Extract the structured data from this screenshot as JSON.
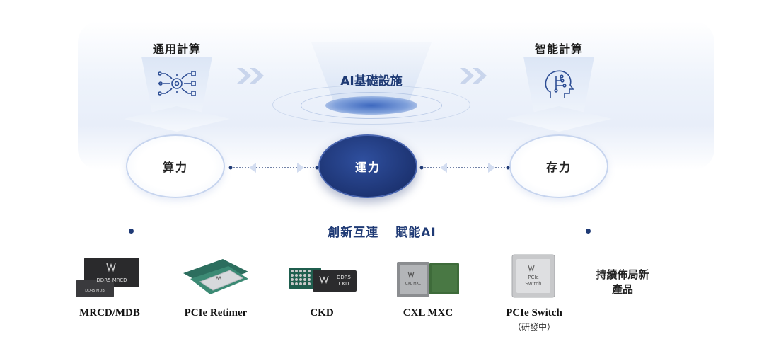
{
  "top": {
    "left_pillar": {
      "title": "通用計算",
      "icon": "cpu-circuit-icon"
    },
    "center": {
      "title": "AI基礎設施"
    },
    "right_pillar": {
      "title": "智能計算",
      "icon": "ai-head-icon"
    }
  },
  "circles": {
    "left": "算力",
    "center": "運力",
    "right": "存力"
  },
  "slogan": {
    "part1": "創新互連",
    "part2": "賦能AI"
  },
  "products": [
    {
      "name": "MRCD/MDB",
      "chip_label_1": "DDR5 MRCD",
      "chip_label_2": "DDR5 MDB"
    },
    {
      "name": "PCIe Retimer",
      "chip_label_1": ""
    },
    {
      "name": "CKD",
      "chip_label_1": "DDR5",
      "chip_label_2": "CKD"
    },
    {
      "name": "CXL MXC",
      "chip_label_1": "CXL MXC"
    },
    {
      "name": "PCIe Switch",
      "sub": "（研發中）",
      "chip_label_1": "PCIe",
      "chip_label_2": "Switch"
    }
  ],
  "more": {
    "line1": "持續佈局新",
    "line2": "產品"
  },
  "colors": {
    "navy": "#1d3473",
    "accent": "#1f3a75",
    "chevron": "#c9d5ec"
  }
}
